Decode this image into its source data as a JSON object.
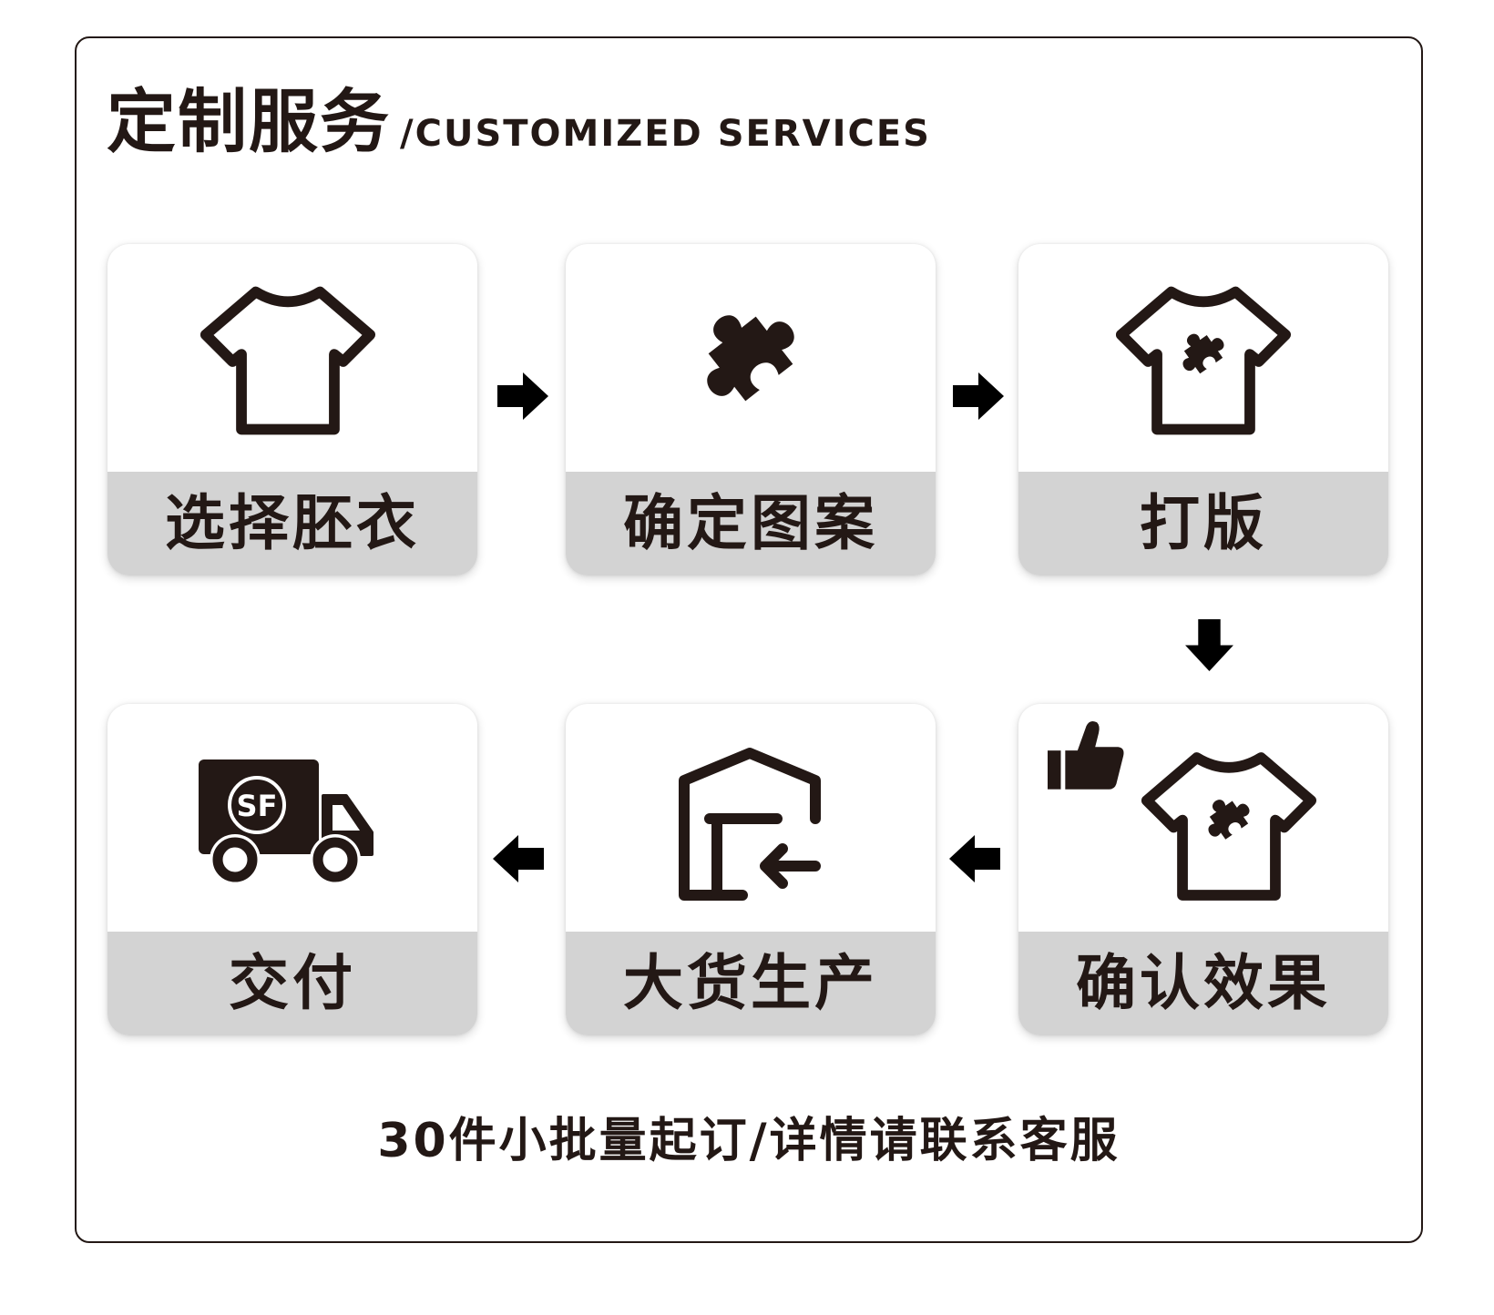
{
  "header": {
    "title_cn": "定制服务",
    "title_en": "/CUSTOMIZED SERVICES"
  },
  "steps": [
    {
      "label": "选择胚衣",
      "icon": "tshirt-icon"
    },
    {
      "label": "确定图案",
      "icon": "puzzle-icon"
    },
    {
      "label": "打版",
      "icon": "tshirt-puzzle-icon"
    },
    {
      "label": "确认效果",
      "icon": "thumbs-up-tshirt-icon"
    },
    {
      "label": "大货生产",
      "icon": "warehouse-icon"
    },
    {
      "label": "交付",
      "icon": "delivery-truck-icon",
      "logo_text": "SF"
    }
  ],
  "footer": {
    "note": "30件小批量起订/详情请联系客服"
  },
  "colors": {
    "ink": "#231815",
    "label_band": "#d3d3d3",
    "card": "#ffffff",
    "frame": "#231815"
  }
}
